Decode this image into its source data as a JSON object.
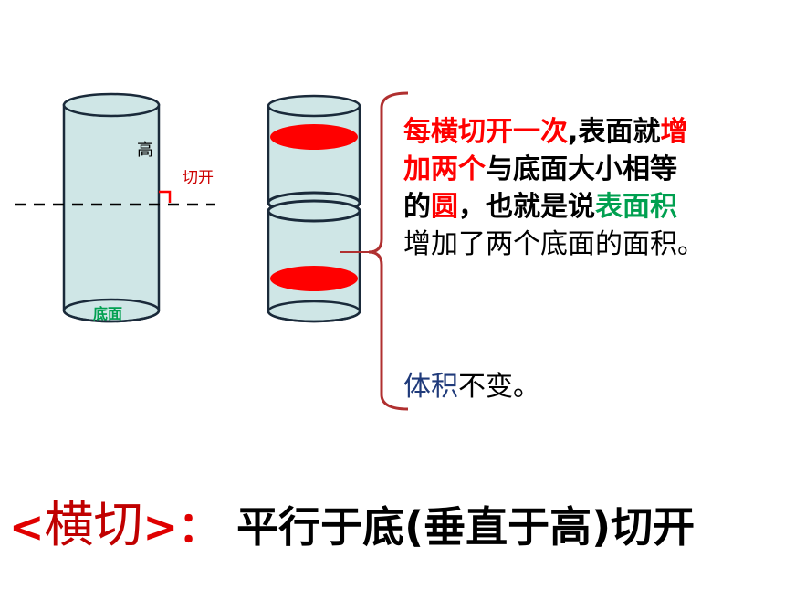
{
  "colors": {
    "cylinder_fill": "#cfe6e6",
    "cylinder_stroke": "#1a2a3a",
    "cut_face": "#ff0000",
    "brace": "#b03030",
    "red": "#ff0000",
    "green": "#00a050",
    "blue_text": "#1f3a7a"
  },
  "icons": {
    "cut_marker": "right-angle-marker",
    "brace": "left-curly-brace"
  },
  "labels": {
    "height": "高",
    "cut": "切开",
    "base": "底面"
  },
  "explanation": {
    "line1": {
      "red_part": "每横切开一次",
      "black_part": ",表面就",
      "red_tail": "增"
    },
    "line2": {
      "red_part": "加两个",
      "black_part": "与底面大小相等"
    },
    "line3": {
      "black_a": "的",
      "red_a": "圆",
      "red_b": "，也就是说",
      "green_part": "表面积"
    },
    "line4": "增加了两个底面的面积。"
  },
  "volume_note": {
    "colored": "体积",
    "plain": "不变。"
  },
  "bottom_title": {
    "open": "<",
    "term": "横切",
    "close": ">",
    "colon": "：",
    "definition": "平行于底(垂直于高)切开"
  }
}
